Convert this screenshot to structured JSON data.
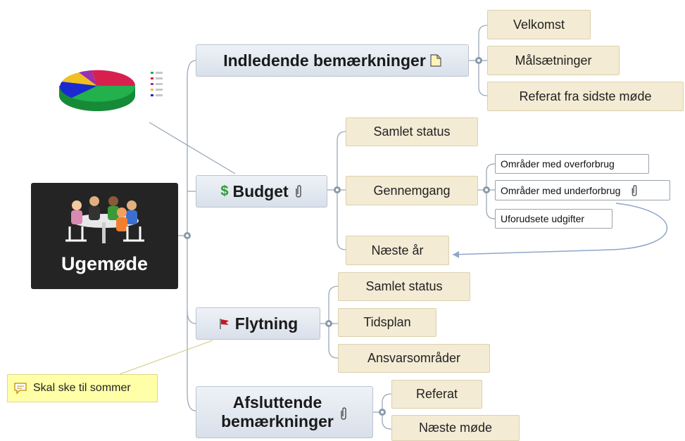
{
  "colors": {
    "central_bg": "#242424",
    "main_bg": "#dde3ec",
    "sub_bg": "#f3ebd4",
    "leaf_bg": "#ffffff",
    "connector": "#9aa8b8",
    "callout_bg": "#ffffa8",
    "dollar": "#2f9a3a",
    "flag": "#c0182a",
    "doc_icon": "#f0c020"
  },
  "central": {
    "label": "Ugemøde",
    "icon": "meeting-people-image"
  },
  "topics": [
    {
      "label": "Indledende bemærkninger",
      "icon": "document-icon",
      "subtopics": [
        {
          "label": "Velkomst"
        },
        {
          "label": "Målsætninger"
        },
        {
          "label": "Referat fra sidste møde"
        }
      ]
    },
    {
      "label": "Budget",
      "icon": "dollar-icon",
      "icon_right": "attachment-icon",
      "subtopics": [
        {
          "label": "Samlet status"
        },
        {
          "label": "Gennemgang",
          "children": [
            {
              "label": "Områder med overforbrug"
            },
            {
              "label": "Områder med underforbrug",
              "icon": "attachment-icon"
            },
            {
              "label": "Uforudsete udgifter"
            }
          ]
        },
        {
          "label": "Næste år"
        }
      ]
    },
    {
      "label": "Flytning",
      "icon": "flag-icon",
      "subtopics": [
        {
          "label": "Samlet status"
        },
        {
          "label": "Tidsplan"
        },
        {
          "label": "Ansvarsområder"
        }
      ]
    },
    {
      "label_line1": "Afsluttende",
      "label_line2": "bemærkninger",
      "icon_right": "attachment-icon",
      "subtopics": [
        {
          "label": "Referat"
        },
        {
          "label": "Næste møde"
        }
      ]
    }
  ],
  "callout": {
    "label": "Skal ske til sommer",
    "icon": "comment-icon"
  },
  "pie_image": {
    "icon": "pie-chart-image",
    "slice_colors": [
      "#22b14c",
      "#1a2ad0",
      "#f0c020",
      "#9b2fae",
      "#d8204f"
    ]
  }
}
